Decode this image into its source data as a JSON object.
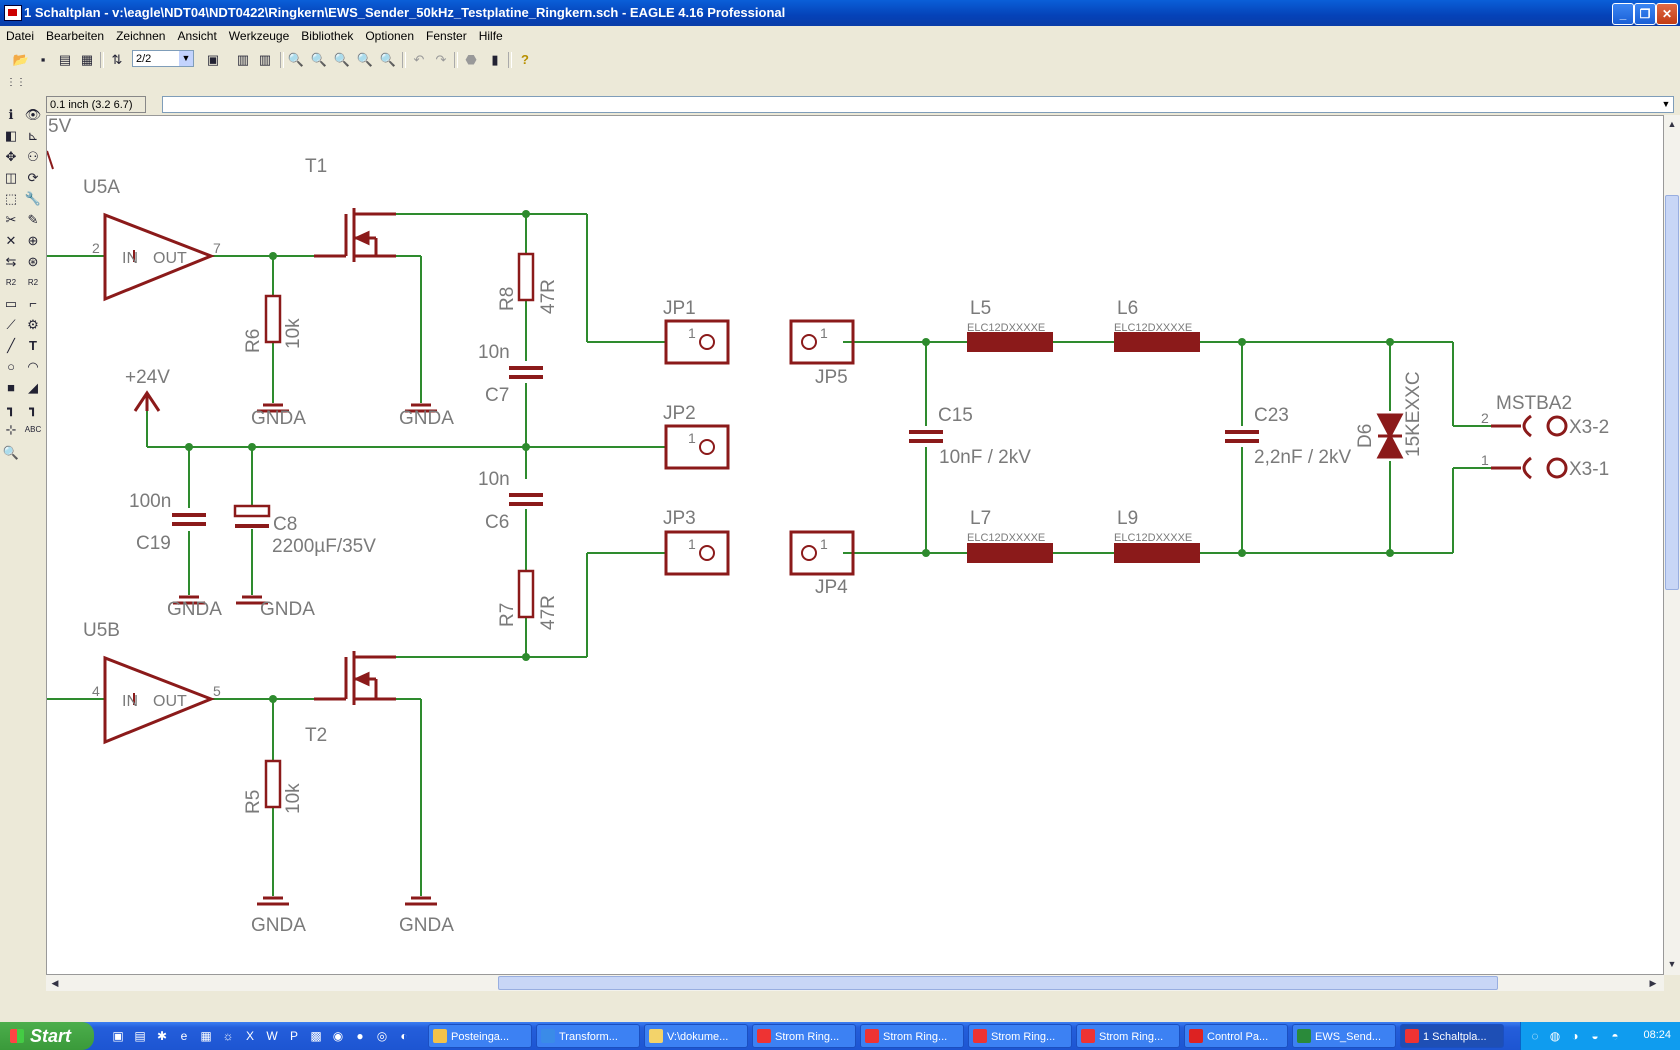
{
  "window": {
    "title": "1 Schaltplan - v:\\eagle\\NDT04\\NDT0422\\Ringkern\\EWS_Sender_50kHz_Testplatine_Ringkern.sch - EAGLE 4.16 Professional",
    "min_label": "_",
    "max_label": "❐",
    "close_label": "✕"
  },
  "menu": {
    "items": [
      {
        "label": "Datei"
      },
      {
        "label": "Bearbeiten"
      },
      {
        "label": "Zeichnen"
      },
      {
        "label": "Ansicht"
      },
      {
        "label": "Werkzeuge"
      },
      {
        "label": "Bibliothek"
      },
      {
        "label": "Optionen"
      },
      {
        "label": "Fenster"
      },
      {
        "label": "Hilfe"
      }
    ]
  },
  "toolbar": {
    "sheet_value": "2/2",
    "help_glyph": "?"
  },
  "coord_display": "0.1 inch (3.2 6.7)",
  "command_line": "",
  "schematic": {
    "labels": {
      "top_5v": "5V",
      "u5a": "U5A",
      "u5b": "U5B",
      "t1": "T1",
      "t2": "T2",
      "in": "IN",
      "out": "OUT",
      "pin2": "2",
      "pin7": "7",
      "pin4": "4",
      "pin5": "5",
      "r6": "R6",
      "r6v": "10k",
      "r5": "R5",
      "r5v": "10k",
      "r8": "R8",
      "r8v": "47R",
      "r7": "R7",
      "r7v": "47R",
      "c7": "C7",
      "c7v": "10n",
      "c6": "C6",
      "c6v": "10n",
      "c19": "C19",
      "c19v": "100n",
      "c8": "C8",
      "c8v": "2200µF/35V",
      "p24": "+24V",
      "gnda": "GNDA",
      "jp1": "JP1",
      "jp2": "JP2",
      "jp3": "JP3",
      "jp4": "JP4",
      "jp5": "JP5",
      "one": "1",
      "l5": "L5",
      "l6": "L6",
      "l7": "L7",
      "l9": "L9",
      "lval": "ELC12DXXXXE",
      "c15": "C15",
      "c15v": "10nF / 2kV",
      "c23": "C23",
      "c23v": "2,2nF / 2kV",
      "d6": "D6",
      "d6v": "15KEXXC",
      "mstba": "MSTBA2",
      "x32": "X3-2",
      "x31": "X3-1",
      "xpin2": "2",
      "xpin1": "1"
    }
  },
  "taskbar": {
    "start_label": "Start",
    "tasks": [
      {
        "label": "Posteinga..."
      },
      {
        "label": "Transform..."
      },
      {
        "label": "V:\\dokume..."
      },
      {
        "label": "Strom Ring..."
      },
      {
        "label": "Strom Ring..."
      },
      {
        "label": "Strom Ring..."
      },
      {
        "label": "Strom Ring..."
      },
      {
        "label": "Control Pa..."
      },
      {
        "label": "EWS_Send..."
      },
      {
        "label": "1 Schaltpla..."
      }
    ],
    "clock": "08:24"
  },
  "colors": {
    "wire": "#2e8b2e",
    "part": "#8b1a1a",
    "text": "#7a7a7a"
  }
}
